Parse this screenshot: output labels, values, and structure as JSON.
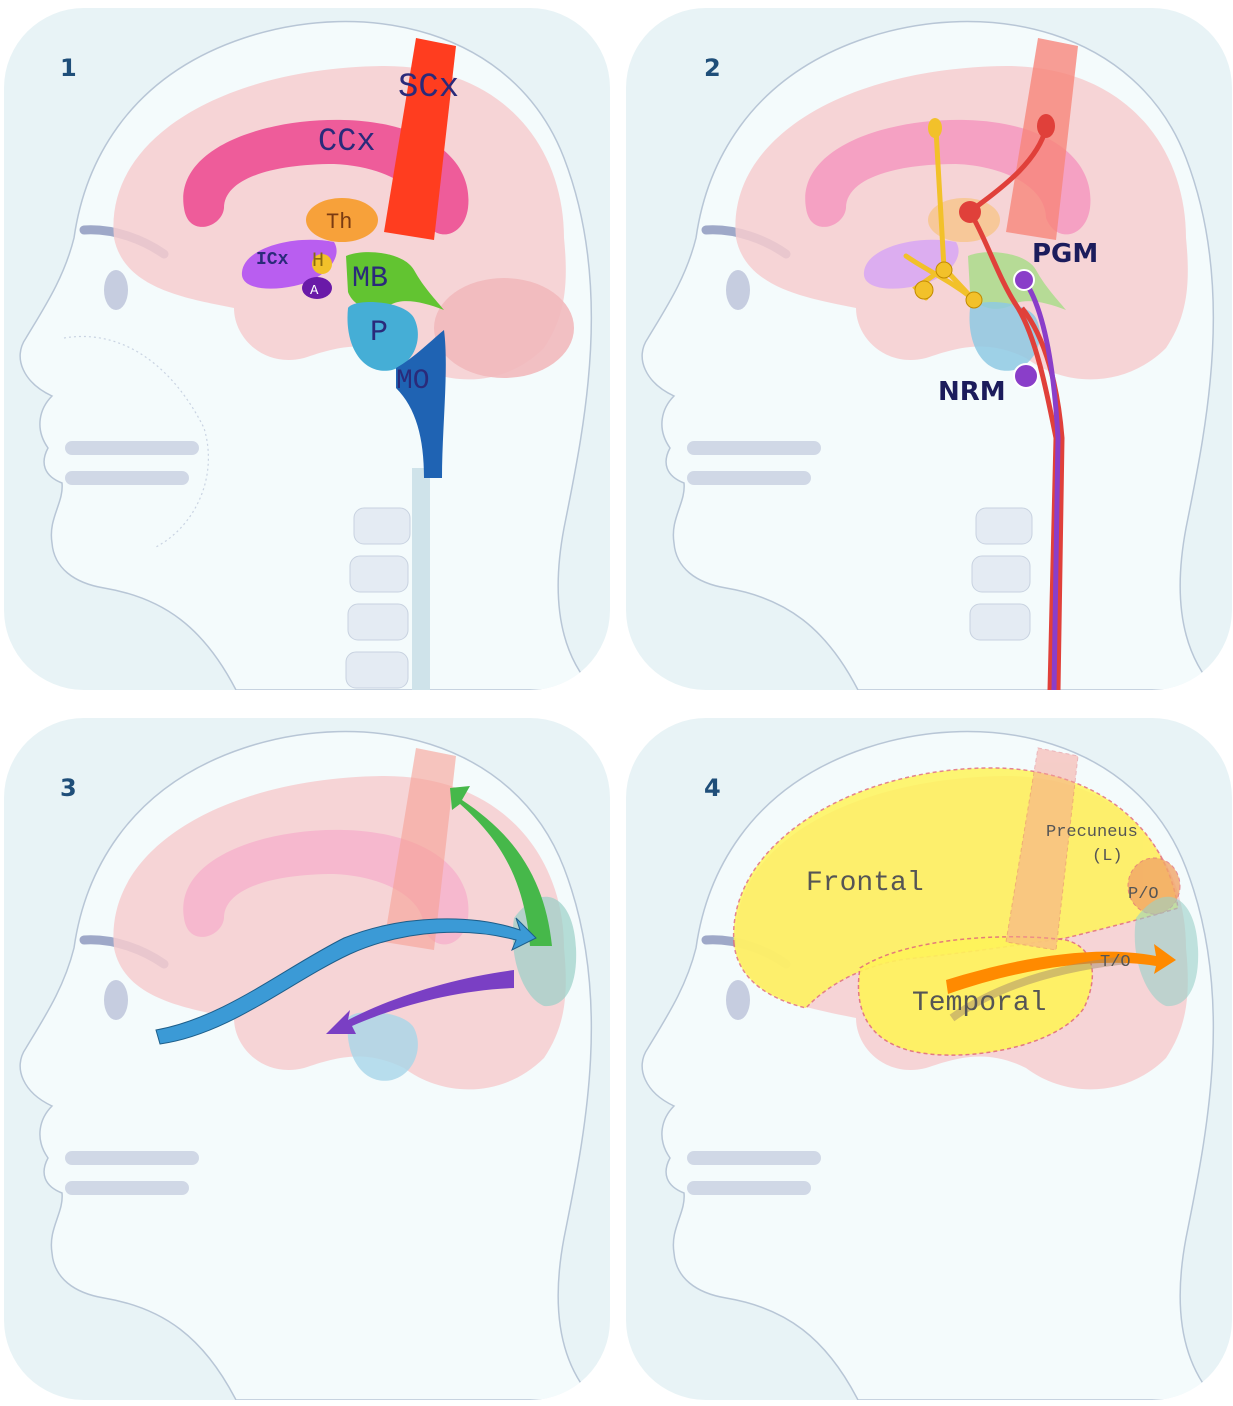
{
  "panels": [
    {
      "number": "1",
      "labels": {
        "somatosensory_cortex": "SCx",
        "cingulate_cortex": "CCx",
        "thalamus": "Th",
        "insular_cortex": "ICx",
        "hypothalamus": "H",
        "amygdala": "A",
        "midbrain": "MB",
        "pons": "P",
        "medulla": "MO"
      }
    },
    {
      "number": "2",
      "labels": {
        "periaqueductal_grey": "PGM",
        "raphe_magnus": "NRM"
      }
    },
    {
      "number": "3",
      "labels": {}
    },
    {
      "number": "4",
      "labels": {
        "frontal": "Frontal",
        "temporal": "Temporal",
        "precuneus": "Precuneus",
        "precuneus_side": "(L)",
        "parieto_occipital": "P/O",
        "temporo_occipital": "T/O"
      }
    }
  ],
  "colors": {
    "panel_background": "#e8f3f6",
    "brain": "#f6cccf",
    "somatosensory": "#ff3d1f",
    "cingulate": "#ee5c9a",
    "thalamus": "#f7a13a",
    "insula": "#b95ef0",
    "amygdala": "#6a1aa8",
    "midbrain": "#62c431",
    "pons": "#45aed6",
    "medulla": "#1f63b3",
    "pathway_descending": "#e0403a",
    "pathway_limbic": "#f2c12a",
    "pathway_serotonergic": "#8a3ec9",
    "arrow_blue": "#3b9ad6",
    "arrow_green": "#46b84a",
    "arrow_purple": "#7a3fc4",
    "arrow_orange": "#ff8a00",
    "region_highlight": "#fff45a"
  }
}
